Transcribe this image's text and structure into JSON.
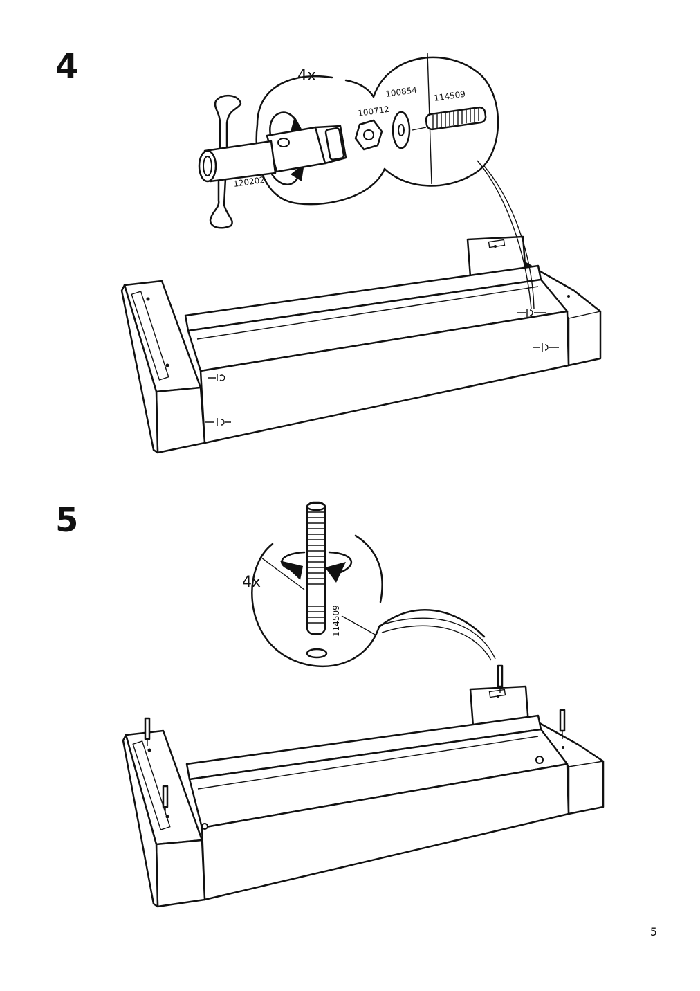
{
  "page": {
    "number": "5"
  },
  "steps": [
    {
      "number": "4",
      "quantity": "4x",
      "parts": [
        "100712",
        "100854",
        "114509",
        "120202"
      ],
      "icons": [
        "t-bar-wrench-icon",
        "rotate-arrow-icon",
        "hex-nut-icon",
        "washer-icon",
        "threaded-rod-icon"
      ]
    },
    {
      "number": "5",
      "quantity": "4x",
      "parts": [
        "114509"
      ],
      "icons": [
        "threaded-rod-icon",
        "rotate-arrow-icon",
        "hole-icon"
      ]
    }
  ]
}
